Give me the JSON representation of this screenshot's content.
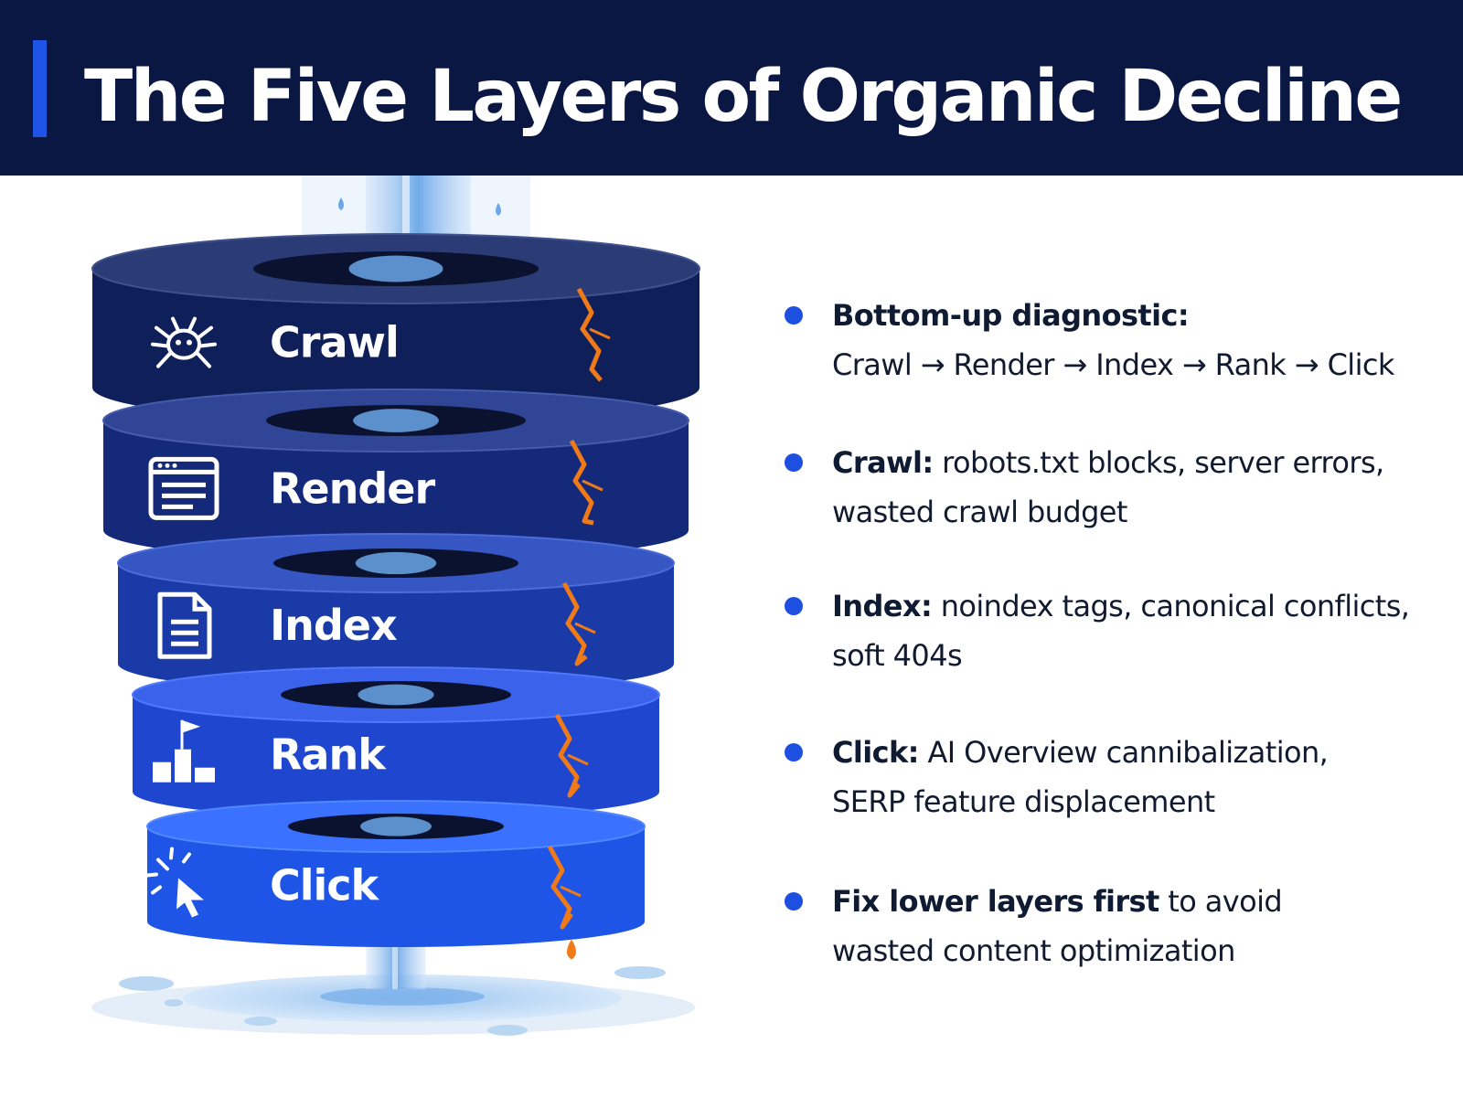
{
  "header": {
    "title": "The Five Layers of Organic Decline",
    "background": "#0b1743",
    "accent": "#1f55e6"
  },
  "layers": [
    {
      "label": "Crawl",
      "icon": "spider-icon",
      "color": "#0f1f5a"
    },
    {
      "label": "Render",
      "icon": "browser-window-icon",
      "color": "#14297a"
    },
    {
      "label": "Index",
      "icon": "document-icon",
      "color": "#1a3aa8"
    },
    {
      "label": "Rank",
      "icon": "podium-flag-icon",
      "color": "#1e46cf"
    },
    {
      "label": "Click",
      "icon": "cursor-click-icon",
      "color": "#1f55e6"
    }
  ],
  "bullets": [
    {
      "bold": "Bottom-up diagnostic:",
      "line1": "",
      "line2": "Crawl → Render → Index → Rank → Click"
    },
    {
      "bold": "Crawl:",
      "line1": " robots.txt blocks, server errors,",
      "line2": "wasted crawl budget"
    },
    {
      "bold": "Index:",
      "line1": " noindex tags, canonical conflicts,",
      "line2": "soft 404s"
    },
    {
      "bold": "Click:",
      "line1": " AI Overview cannibalization,",
      "line2": "SERP feature displacement"
    },
    {
      "bold": "Fix lower layers first",
      "line1": " to avoid",
      "line2": "wasted content optimization"
    }
  ],
  "colors": {
    "leak": "#f07a18",
    "water": "#6aa7e8",
    "bullet_dot": "#1d4fe0"
  }
}
